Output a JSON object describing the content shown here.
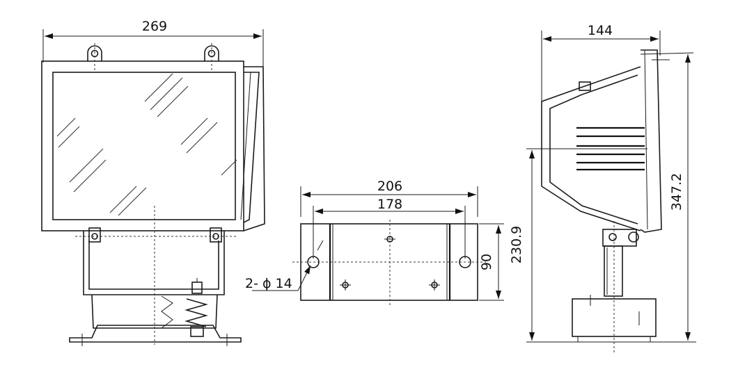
{
  "dimensions": {
    "front_width": "269",
    "bracket_outer": "206",
    "bracket_holes": "178",
    "bracket_height": "90",
    "hole_spec": "2- ϕ 14",
    "side_depth": "144",
    "total_height": "347.2",
    "pivot_height": "230.9"
  }
}
